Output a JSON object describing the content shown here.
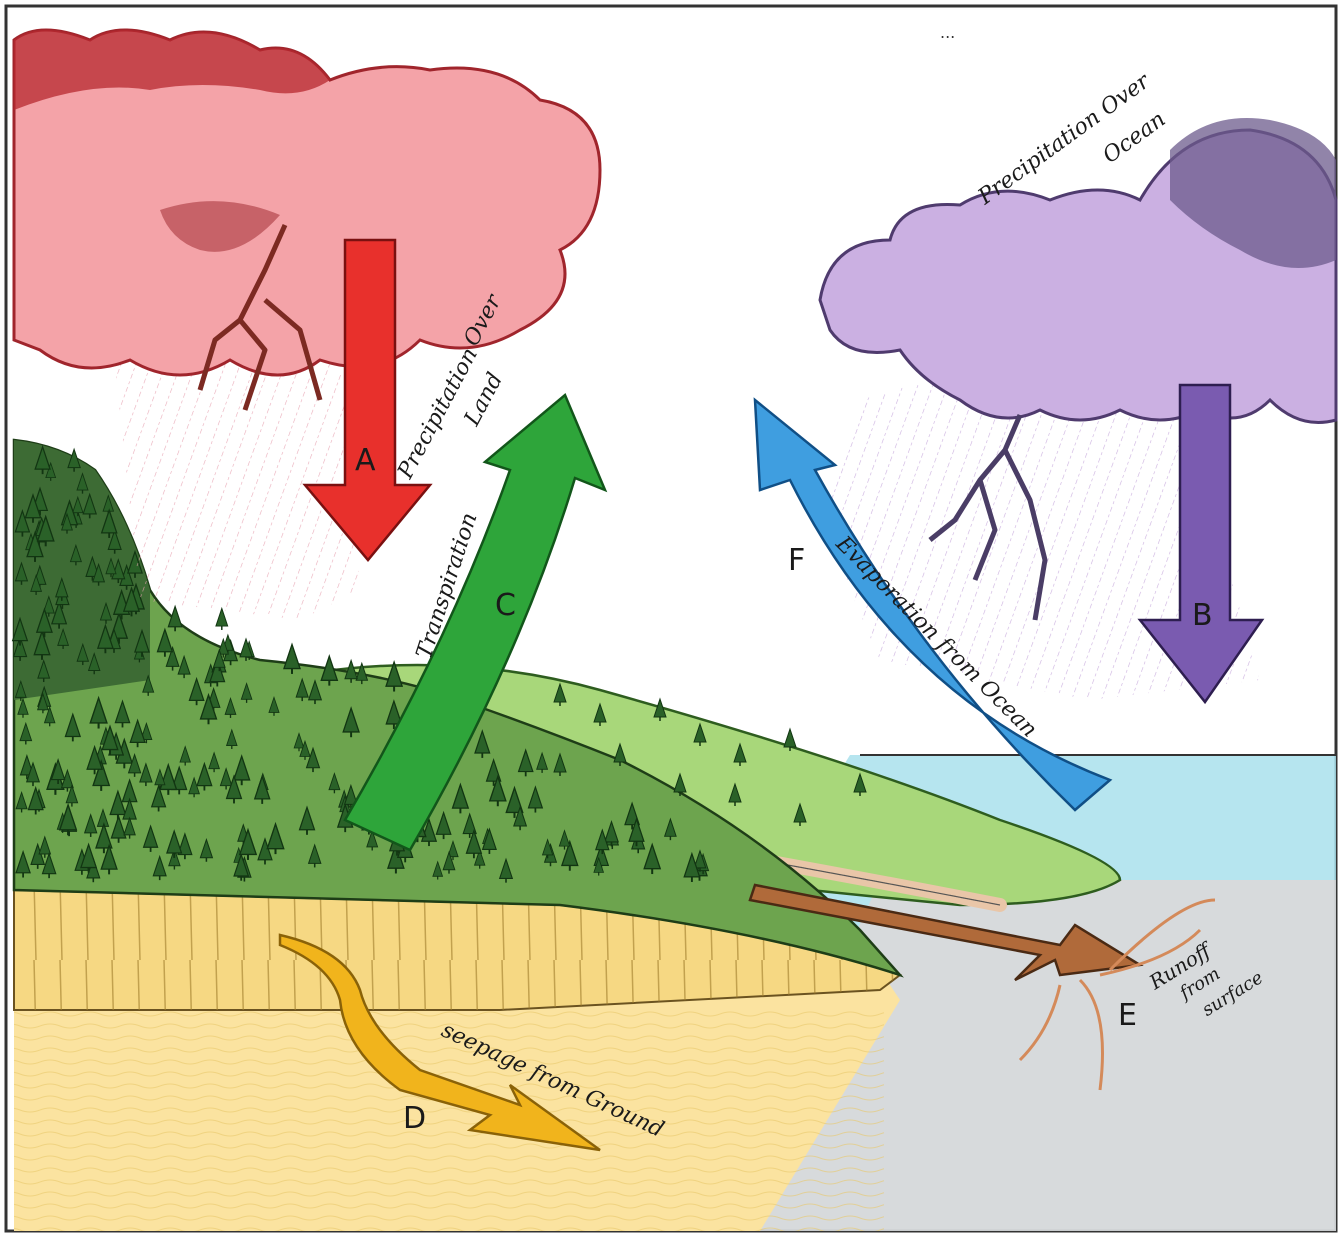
{
  "diagram": {
    "colors": {
      "cloud_land": "#f08a8f",
      "cloud_land_edge": "#c0313a",
      "cloud_ocean": "#c5a6dd",
      "cloud_ocean_edge": "#6b4f8f",
      "arrow_a": "#e8302c",
      "arrow_b": "#7a5bb0",
      "arrow_c": "#2ea53a",
      "arrow_d": "#f1b41c",
      "arrow_e": "#b06a3a",
      "arrow_f": "#3f9ee0",
      "ocean": "#a9e1ec",
      "ground": "#fbe3a0",
      "hill": "#a8d77a",
      "forest": "#2f6b2d"
    },
    "arrows": [
      {
        "id": "A",
        "letter": "A",
        "label": "Precipitation Over Land",
        "label_lines": [
          "Precipitation",
          "Over",
          "Land"
        ]
      },
      {
        "id": "B",
        "letter": "B",
        "label": "Precipitation Over Ocean",
        "label_lines": [
          "Precipitation Over",
          "Ocean"
        ]
      },
      {
        "id": "C",
        "letter": "C",
        "label": "Transpiration",
        "label_lines": [
          "Transpiration"
        ]
      },
      {
        "id": "D",
        "letter": "D",
        "label": "Seepage from Ground",
        "label_lines": [
          "seepage from Ground"
        ]
      },
      {
        "id": "E",
        "letter": "E",
        "label": "Runoff from surface",
        "label_lines": [
          "Runoff",
          "from",
          "surface"
        ]
      },
      {
        "id": "F",
        "letter": "F",
        "label": "Evaporation from Ocean",
        "label_lines": [
          "Evaporation from Ocean"
        ]
      }
    ]
  }
}
